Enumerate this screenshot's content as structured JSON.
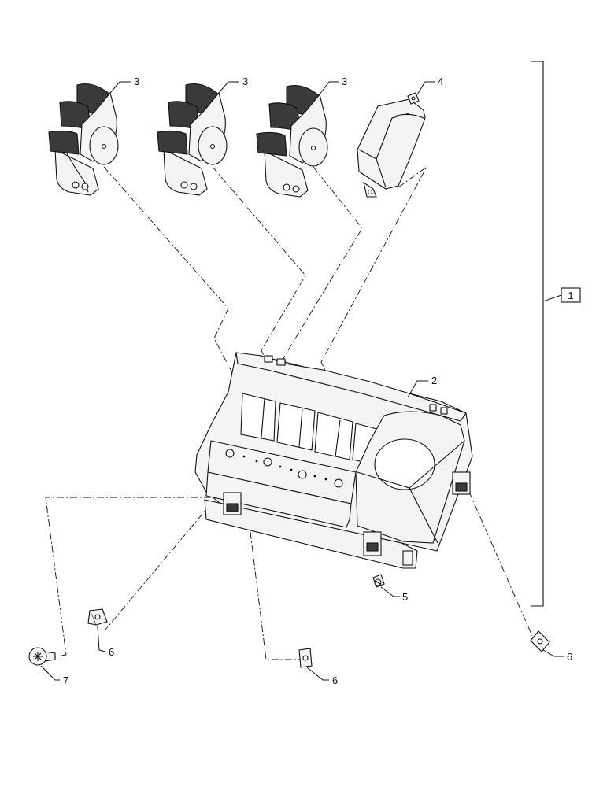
{
  "callouts": {
    "item1": "1",
    "item2": "2",
    "item3a": "3",
    "item3b": "3",
    "item3c": "3",
    "item4": "4",
    "item5": "5",
    "item6a": "6",
    "item6b": "6",
    "item6c": "6",
    "item7": "7"
  },
  "colors": {
    "line": "#111111",
    "part_fill": "#f4f4f4",
    "dark": "#333333",
    "background": "#ffffff"
  }
}
